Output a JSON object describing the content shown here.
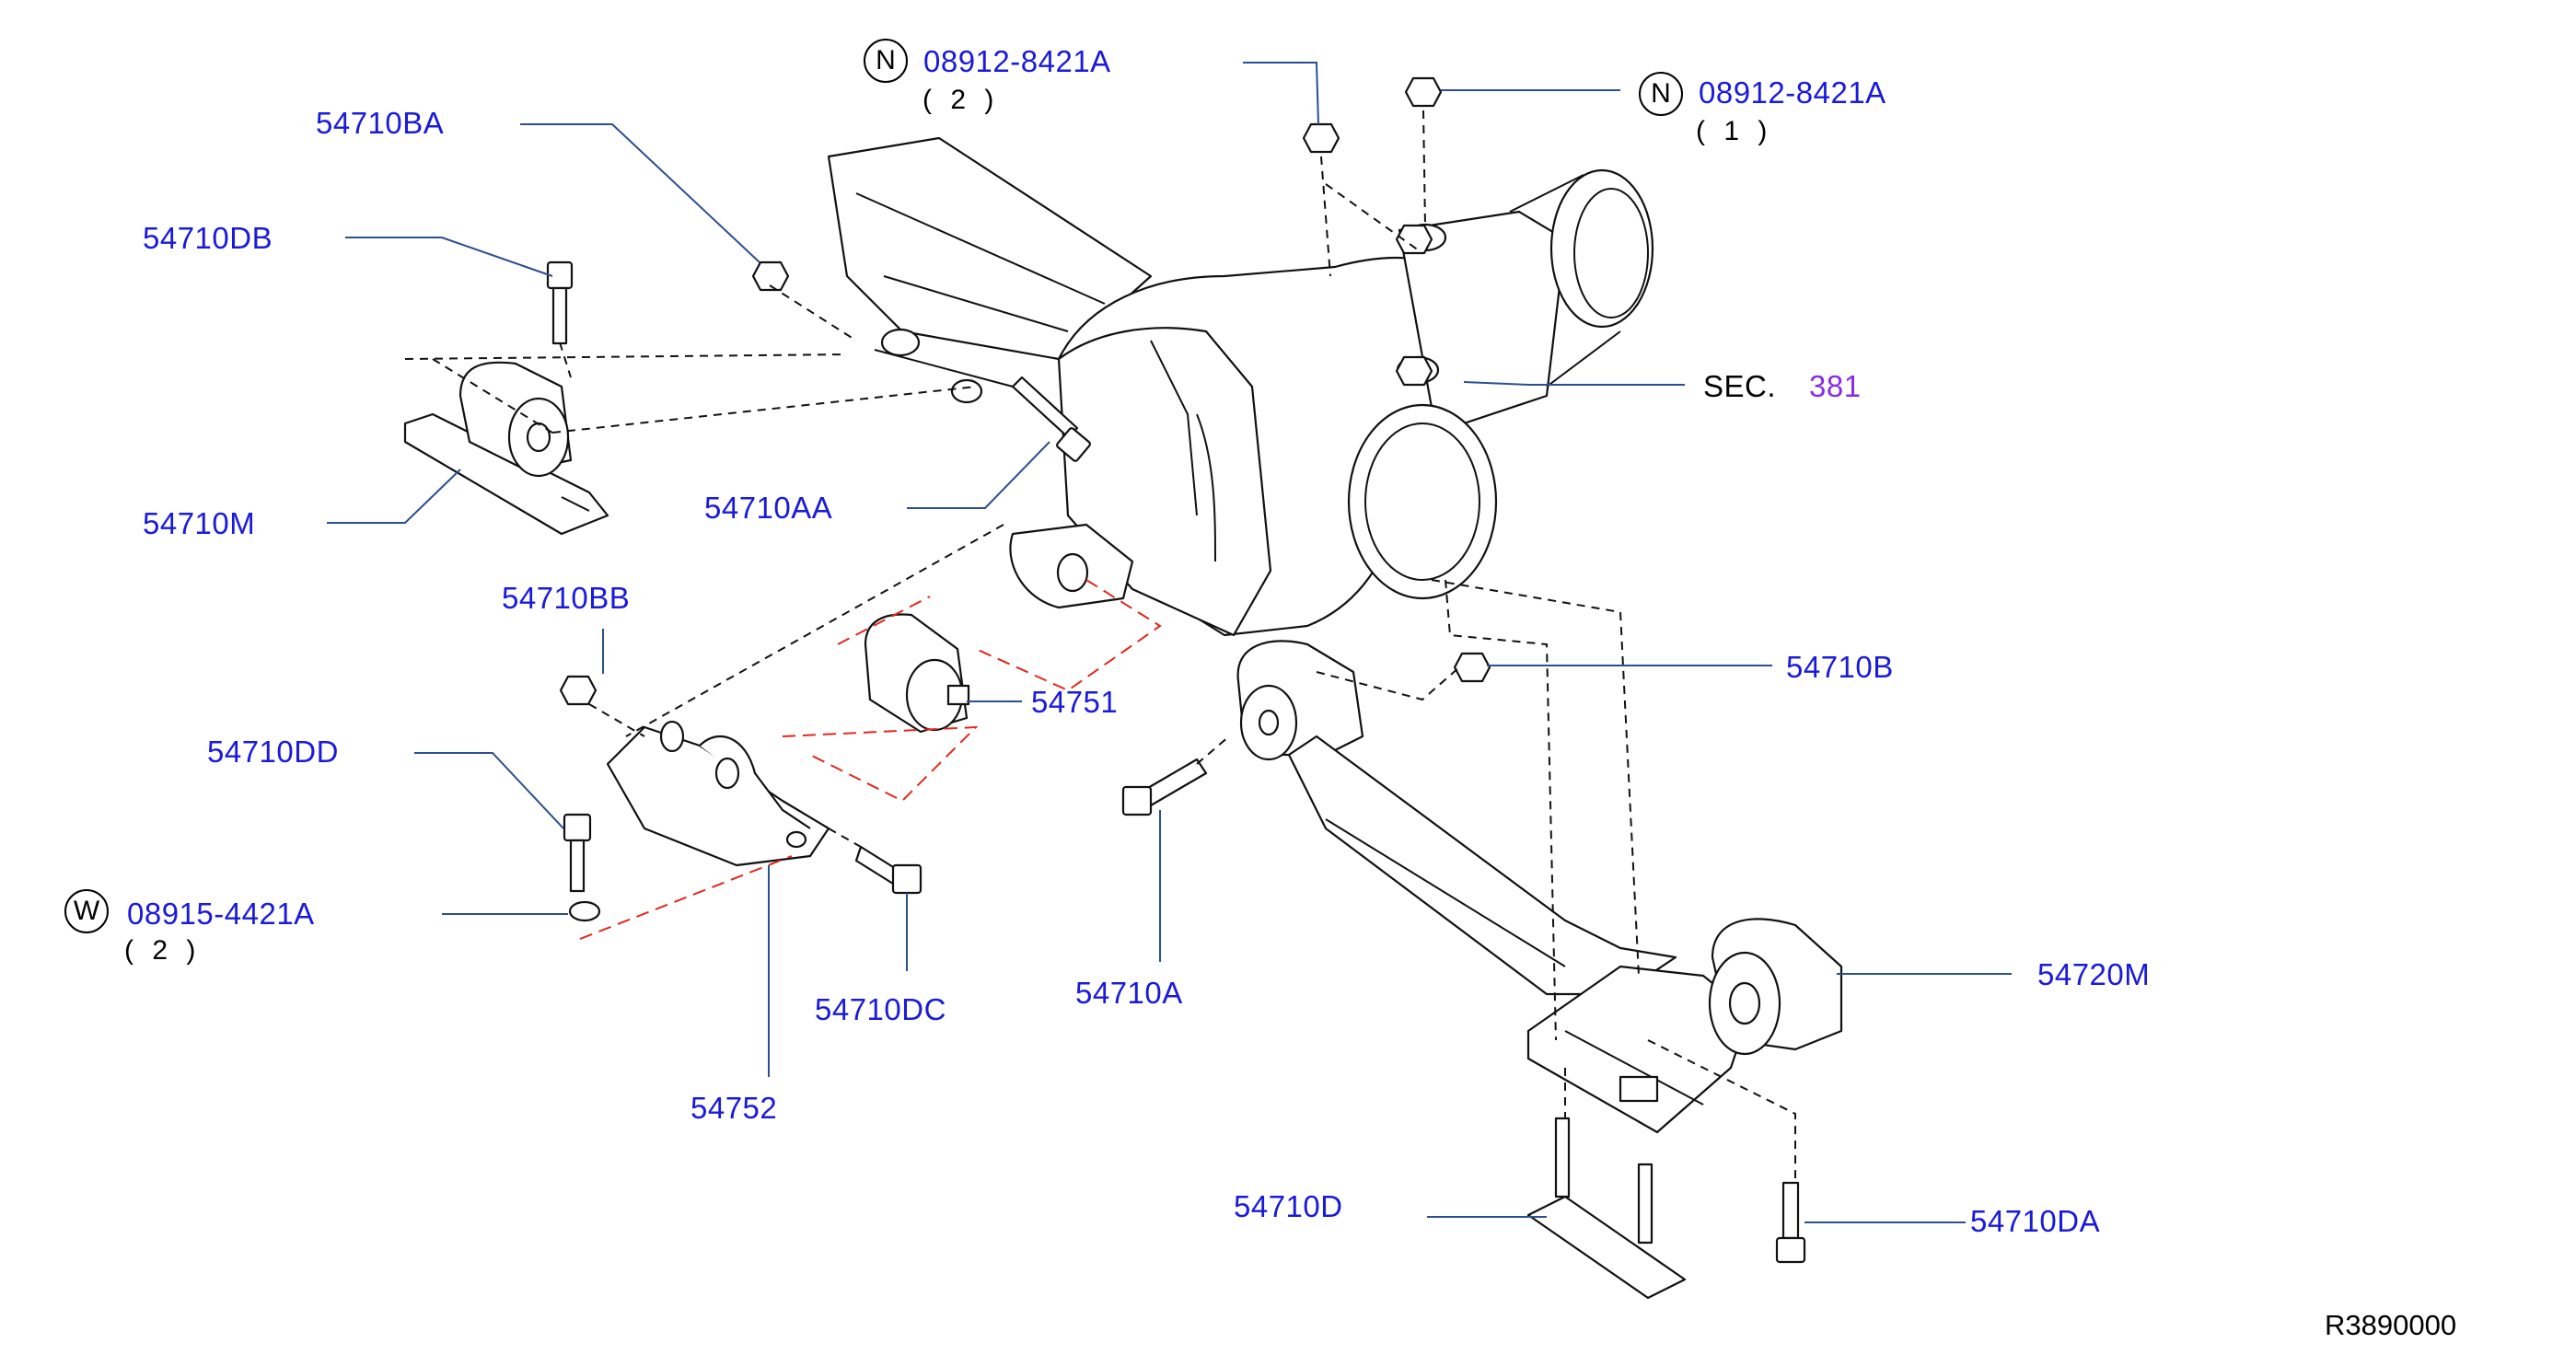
{
  "diagram": {
    "reference_code": "R3890000",
    "section": {
      "prefix": "SEC.",
      "number": "381"
    },
    "parts": {
      "p54710BA": "54710BA",
      "p54710DB": "54710DB",
      "p54710M": "54710M",
      "p54710AA": "54710AA",
      "p54710BB": "54710BB",
      "p54710DD": "54710DD",
      "p08915_label": "08915-4421A",
      "p08915_qty": "( 2 )",
      "p08915_symbol": "W",
      "p54710DC": "54710DC",
      "p54752": "54752",
      "p54751": "54751",
      "p54710A": "54710A",
      "p54710B": "54710B",
      "p54720M": "54720M",
      "p54710D": "54710D",
      "p54710DA": "54710DA",
      "p08912_top_label": "08912-8421A",
      "p08912_top_qty": "( 2 )",
      "p08912_top_symbol": "N",
      "p08912_right_label": "08912-8421A",
      "p08912_right_qty": "( 1 )",
      "p08912_right_symbol": "N"
    }
  }
}
